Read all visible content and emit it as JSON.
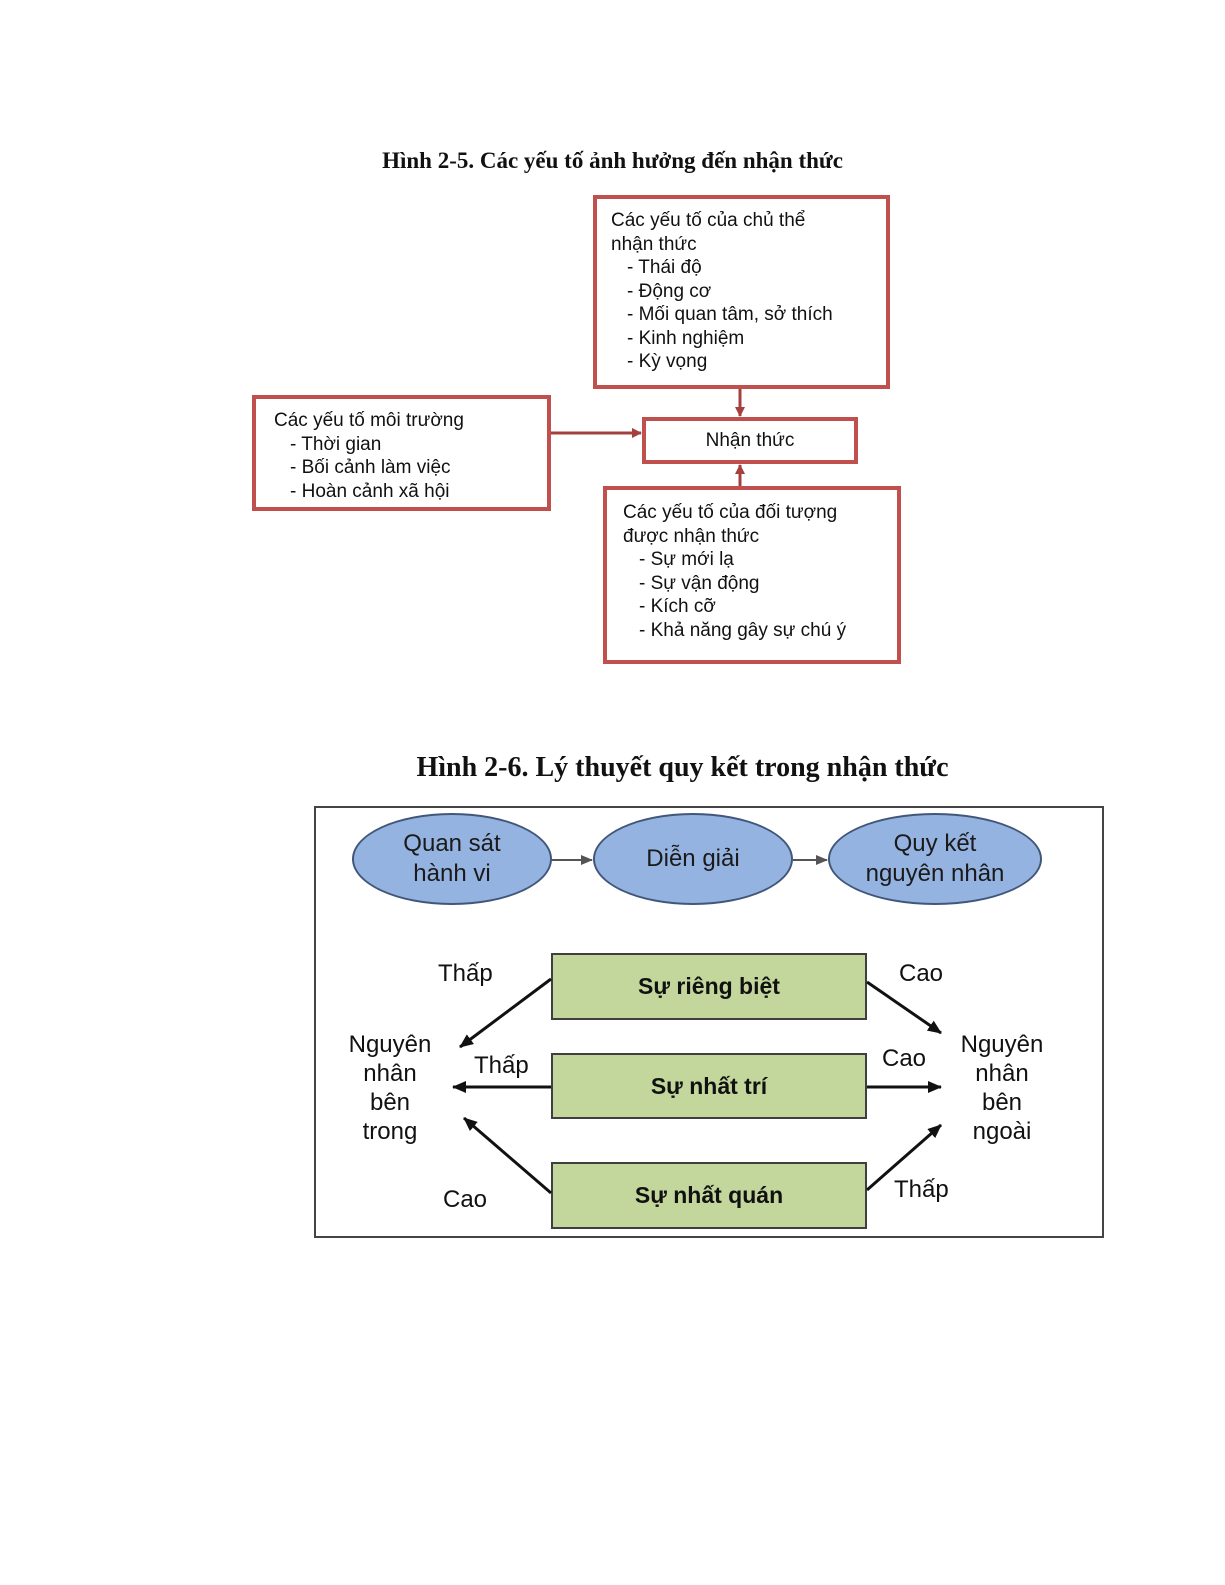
{
  "figure1": {
    "title": "Hình 2-5. Các yếu tố ảnh hưởng đến nhận thức",
    "subject_box": {
      "header": "Các yếu tố của chủ thể\nnhận thức",
      "items": [
        "Thái độ",
        "Động cơ",
        "Mối quan tâm, sở thích",
        "Kinh nghiệm",
        "Kỳ vọng"
      ]
    },
    "environment_box": {
      "header": "Các yếu tố môi trường",
      "items": [
        "Thời gian",
        "Bối cảnh làm việc",
        "Hoàn cảnh xã hội"
      ]
    },
    "center_box": "Nhận thức",
    "object_box": {
      "header": "Các yếu tố của đối tượng\nđược nhận thức",
      "items": [
        "Sự mới lạ",
        "Sự vận động",
        "Kích cỡ",
        "Khả năng gây sự chú ý"
      ]
    },
    "border_color": "#c0504d"
  },
  "figure2": {
    "title": "Hình 2-6. Lý thuyết quy kết trong nhận thức",
    "process": [
      "Quan sát\nhành vi",
      "Diễn giải",
      "Quy kết\nnguyên nhân"
    ],
    "factors": [
      "Sự riêng biệt",
      "Sự nhất trí",
      "Sự nhất quán"
    ],
    "left_labels": [
      "Thấp",
      "Thấp",
      "Cao"
    ],
    "right_labels": [
      "Cao",
      "Cao",
      "Thấp"
    ],
    "internal": "Nguyên\nnhân\nbên\ntrong",
    "external": "Nguyên\nnhân\nbên\nngoài",
    "ellipse_color": "#95b3e0",
    "factor_color": "#c3d69b"
  }
}
